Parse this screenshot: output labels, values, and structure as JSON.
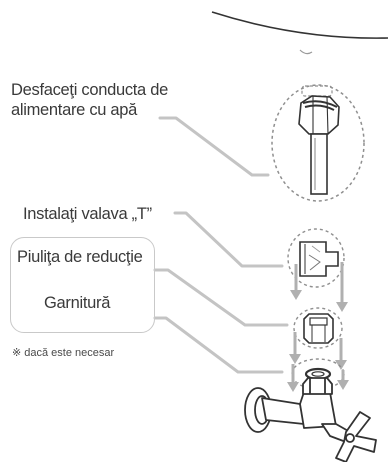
{
  "labels": {
    "disconnect_line1": "Desfaceţi conducta de",
    "disconnect_line2": "alimentare cu apă",
    "install_t_valve": "Instalaţi valava „T”",
    "reducer_nut": "Piuliţa de reducţie",
    "gasket": "Garnitură",
    "note": "※ dacă este necesar"
  },
  "colors": {
    "leader_line": "#c4c4c4",
    "dashed_outline": "#9a9a9a",
    "arrow": "#b0b0b0",
    "ink": "#333333"
  }
}
